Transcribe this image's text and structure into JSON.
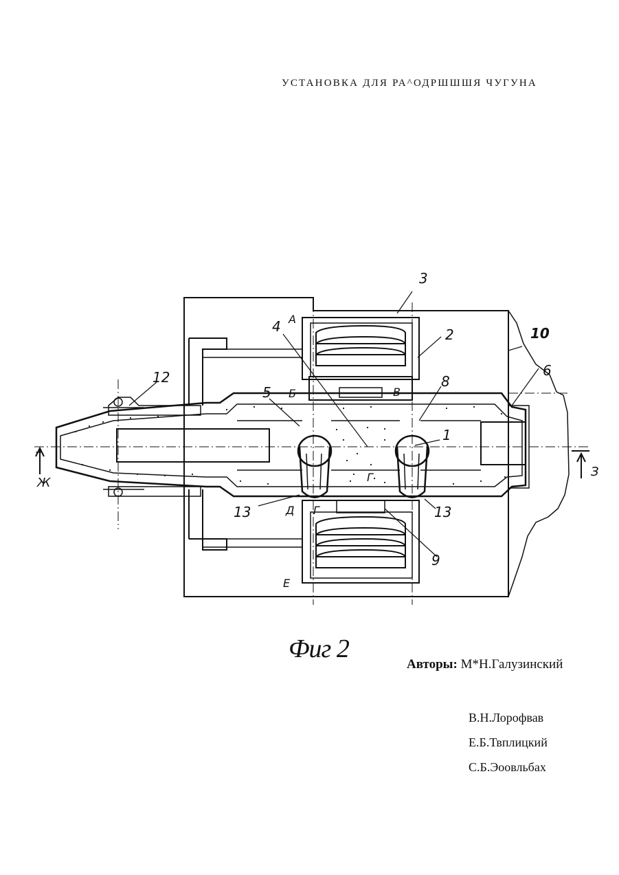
{
  "document": {
    "title": "УСТАНОВКА ДЛЯ РА^ОДРШШШЯ ЧУГУНА",
    "figure_caption": "Фиг 2",
    "authors_label": "Авторы:",
    "authors": [
      "М*Н.Галузинский",
      "В.Н.Лорофвав",
      "Е.Б.Твплицкий",
      "С.Б.Эоовльбах"
    ]
  },
  "drawing_labels": {
    "part_1": "1",
    "part_2": "2",
    "part_3": "3",
    "part_4": "4",
    "part_5": "5",
    "part_6": "6",
    "part_8": "8",
    "part_9": "9",
    "part_10": "10",
    "part_12": "12",
    "part_13_left": "13",
    "part_13_right": "13",
    "zone_a": "А",
    "zone_b": "Б",
    "zone_v": "В",
    "zone_g_center": "Г",
    "zone_g_lower": "Г",
    "zone_d": "Д",
    "zone_e": "Е",
    "section_zh": "Ж",
    "section_z": "З"
  }
}
